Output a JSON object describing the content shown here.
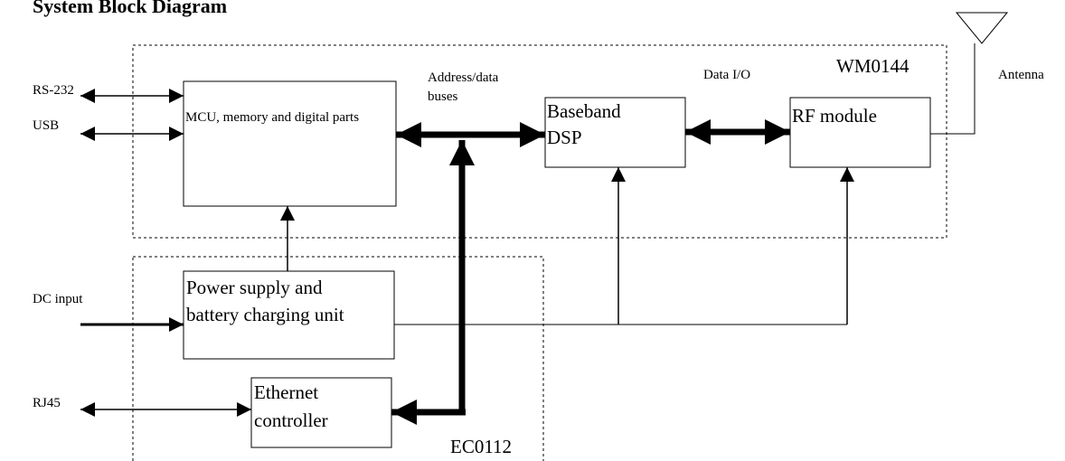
{
  "title": "System Block Diagram",
  "groups": {
    "wm": "WM0144",
    "ec": "EC0112"
  },
  "blocks": {
    "mcu": "MCU, memory and digital parts",
    "dsp_line1": "Baseband",
    "dsp_line2": "DSP",
    "rf": "RF module",
    "power_line1": "Power supply and",
    "power_line2": "battery charging unit",
    "eth_line1": "Ethernet",
    "eth_line2": "controller"
  },
  "labels": {
    "rs232": "RS-232",
    "usb": "USB",
    "dc_input": "DC input",
    "rj45": "RJ45",
    "antenna": "Antenna",
    "address_line1": "Address/data",
    "address_line2": "buses",
    "data_io": "Data I/O"
  },
  "colors": {
    "ink": "#000000",
    "background": "#ffffff"
  }
}
